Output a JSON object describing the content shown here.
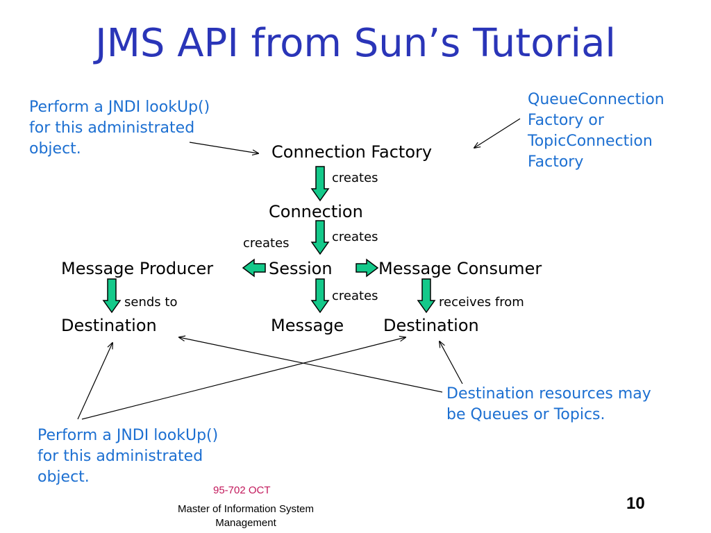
{
  "title": "JMS API from Sun’s Tutorial",
  "nodes": {
    "connection_factory": "Connection Factory",
    "connection": "Connection",
    "session": "Session",
    "message_producer": "Message Producer",
    "message_consumer": "Message Consumer",
    "destination_left": "Destination",
    "message": "Message",
    "destination_right": "Destination"
  },
  "edge_labels": {
    "cf_creates": "creates",
    "conn_creates": "creates",
    "session_creates_producer": "creates",
    "sends_to": "sends to",
    "session_creates_message": "creates",
    "receives_from": "receives from"
  },
  "notes": {
    "jndi_top": "Perform a JNDI lookUp()\nfor this administrated\nobject.",
    "factory_types": "QueueConnection\nFactory or\nTopicConnection\nFactory",
    "destination_resources": "Destination resources may\nbe Queues or Topics.",
    "jndi_bottom": "Perform a JNDI lookUp()\nfor this administrated\nobject."
  },
  "footer": {
    "course_code": "95-702 OCT",
    "program": "Master of Information System Management",
    "page_number": "10"
  },
  "colors": {
    "title": "#2a35b8",
    "note": "#1c6fd1",
    "arrow_fill": "#14c98a",
    "course_code": "#c2185b"
  }
}
